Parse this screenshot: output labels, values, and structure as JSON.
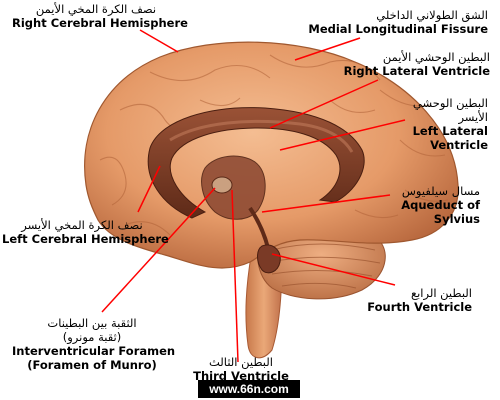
{
  "labels": {
    "right_hemisphere": {
      "ar": "نصف الكرة المخي الأيمن",
      "en": "Right Cerebral Hemisphere"
    },
    "medial_fissure": {
      "ar": "الشق الطولاني الداخلي",
      "en": "Medial Longitudinal Fissure"
    },
    "right_ventricle": {
      "ar": "البطين الوحشي الأيمن",
      "en": "Right Lateral Ventricle"
    },
    "left_ventricle": {
      "ar1": "البطين الوحشي",
      "ar2": "الأيسر",
      "en1": "Left Lateral",
      "en2": "Ventricle"
    },
    "aqueduct": {
      "ar": "مسال سيلفيوس",
      "en1": "Aqueduct of",
      "en2": "Sylvius"
    },
    "left_hemisphere": {
      "ar": "نصف الكرة المخي الأيسر",
      "en": "Left Cerebral Hemisphere"
    },
    "fourth_ventricle": {
      "ar": "البطين الرابع",
      "en": "Fourth Ventricle"
    },
    "foramen": {
      "ar1": "الثقبة بين البطينات",
      "ar2": "(ثقبة مونرو)",
      "en1": "Interventricular Foramen",
      "en2": "(Foramen of Munro)"
    },
    "third_ventricle": {
      "ar": "البطين الثالث",
      "en": "Third Ventricle"
    }
  },
  "watermark": "www.66n.com",
  "colors": {
    "leader": "#ff0000",
    "brain": "#e8a070",
    "ventricle": "#7a3a26"
  }
}
